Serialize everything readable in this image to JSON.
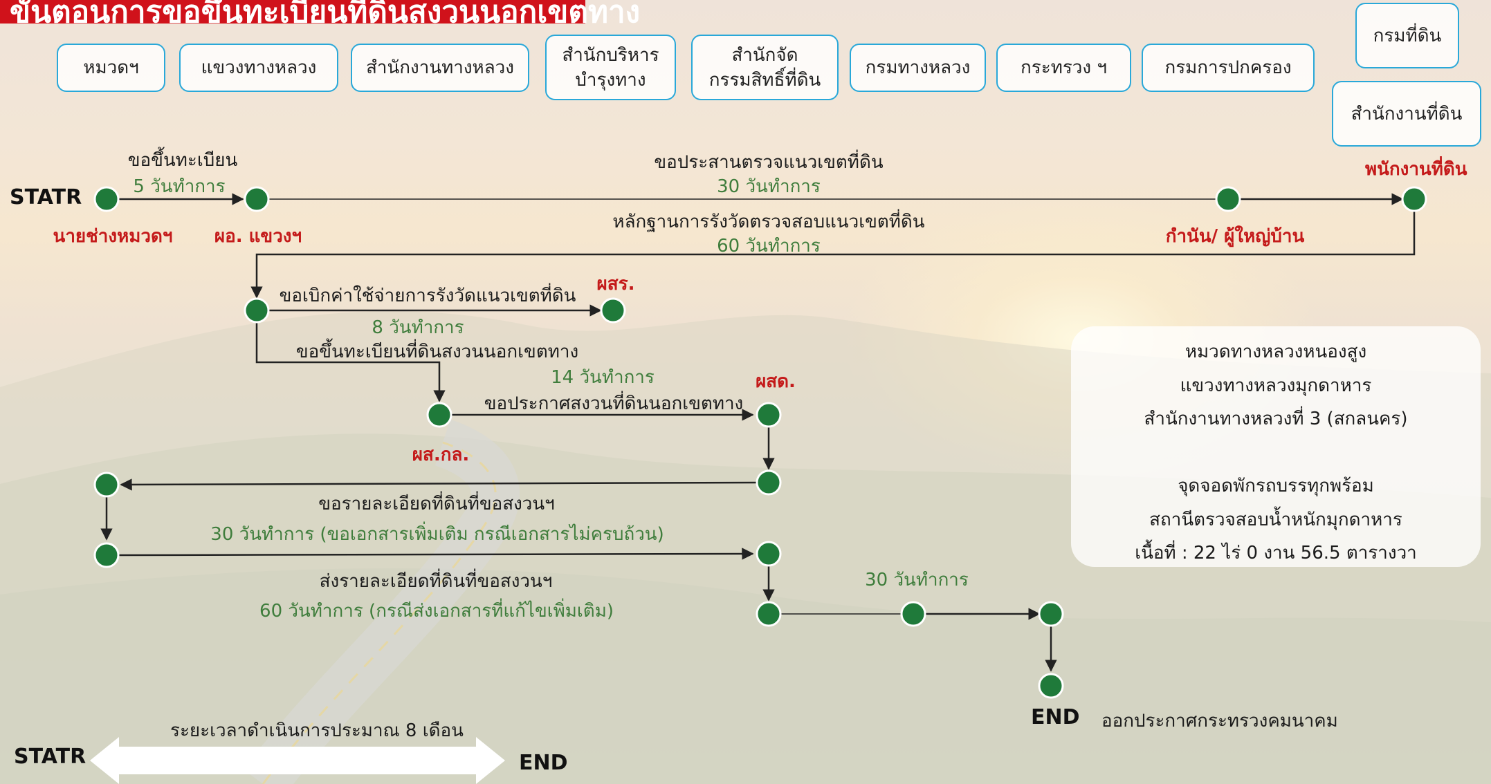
{
  "title": "ขั้นตอนการขอขึ้นทะเบียนที่ดินสงวนนอกเขตทาง",
  "agencies": [
    "หมวดฯ",
    "แขวงทางหลวง",
    "สำนักงานทางหลวง",
    "สำนักบริหาร\nบำรุงทาง",
    "สำนักจัด\nกรรมสิทธิ์ที่ดิน",
    "กรมทางหลวง",
    "กระทรวง ฯ",
    "กรมการปกครอง",
    "กรมที่ดิน",
    "สำนักงานที่ดิน"
  ],
  "flow": {
    "start": "STATR",
    "end": "END",
    "actors": {
      "a1": "นายช่างหมวดฯ",
      "a2": "ผอ. แขวงฯ",
      "a3": "กำนัน/ ผู้ใหญ่บ้าน",
      "a4": "พนักงานที่ดิน",
      "a5": "ผสร.",
      "a6": "ผสด.",
      "a7": "ผส.กล."
    },
    "steps": {
      "s1": "ขอขึ้นทะเบียน",
      "d1": "5 วันทำการ",
      "s2": "ขอประสานตรวจแนวเขตที่ดิน",
      "d2": "30 วันทำการ",
      "s3": "หลักฐานการรังวัดตรวจสอบแนวเขตที่ดิน",
      "d3": "60 วันทำการ",
      "s4": "ขอเบิกค่าใช้จ่ายการรังวัดแนวเขตที่ดิน",
      "d4": "8 วันทำการ",
      "s5": "ขอขึ้นทะเบียนที่ดินสงวนนอกเขตทาง",
      "d5": "14 วันทำการ",
      "s6": "ขอประกาศสงวนที่ดินนอกเขตทาง",
      "s7": "ขอรายละเอียดที่ดินที่ขอสงวนฯ",
      "d7": "30 วันทำการ (ขอเอกสารเพิ่มเติม กรณีเอกสารไม่ครบถ้วน)",
      "s8": "ส่งรายละเอียดที่ดินที่ขอสงวนฯ",
      "d8": "60 วันทำการ (กรณีส่งเอกสารที่แก้ไขเพิ่มเติม)",
      "d9": "30 วันทำการ",
      "s10": "ออกประกาศกระทรวงคมนาคม"
    }
  },
  "info_box": {
    "lines": [
      "หมวดทางหลวงหนองสูง",
      "แขวงทางหลวงมุกดาหาร",
      "สำนักงานทางหลวงที่ 3 (สกลนคร)",
      "",
      "จุดจอดพักรถบรรทุกพร้อม",
      "สถานีตรวจสอบน้ำหนักมุกดาหาร",
      "เนื้อที่ : 22 ไร่ 0 งาน 56.5 ตารางวา"
    ]
  },
  "duration": {
    "label": "ระยะเวลาดำเนินการประมาณ 8 เดือน",
    "start": "STATR",
    "end": "END"
  },
  "colors": {
    "node": "#1f7a3a",
    "title_bg": "#d0121b",
    "box_border": "#29a8d9",
    "actor": "#c41a1a",
    "duration_text": "#3f7d3c"
  }
}
